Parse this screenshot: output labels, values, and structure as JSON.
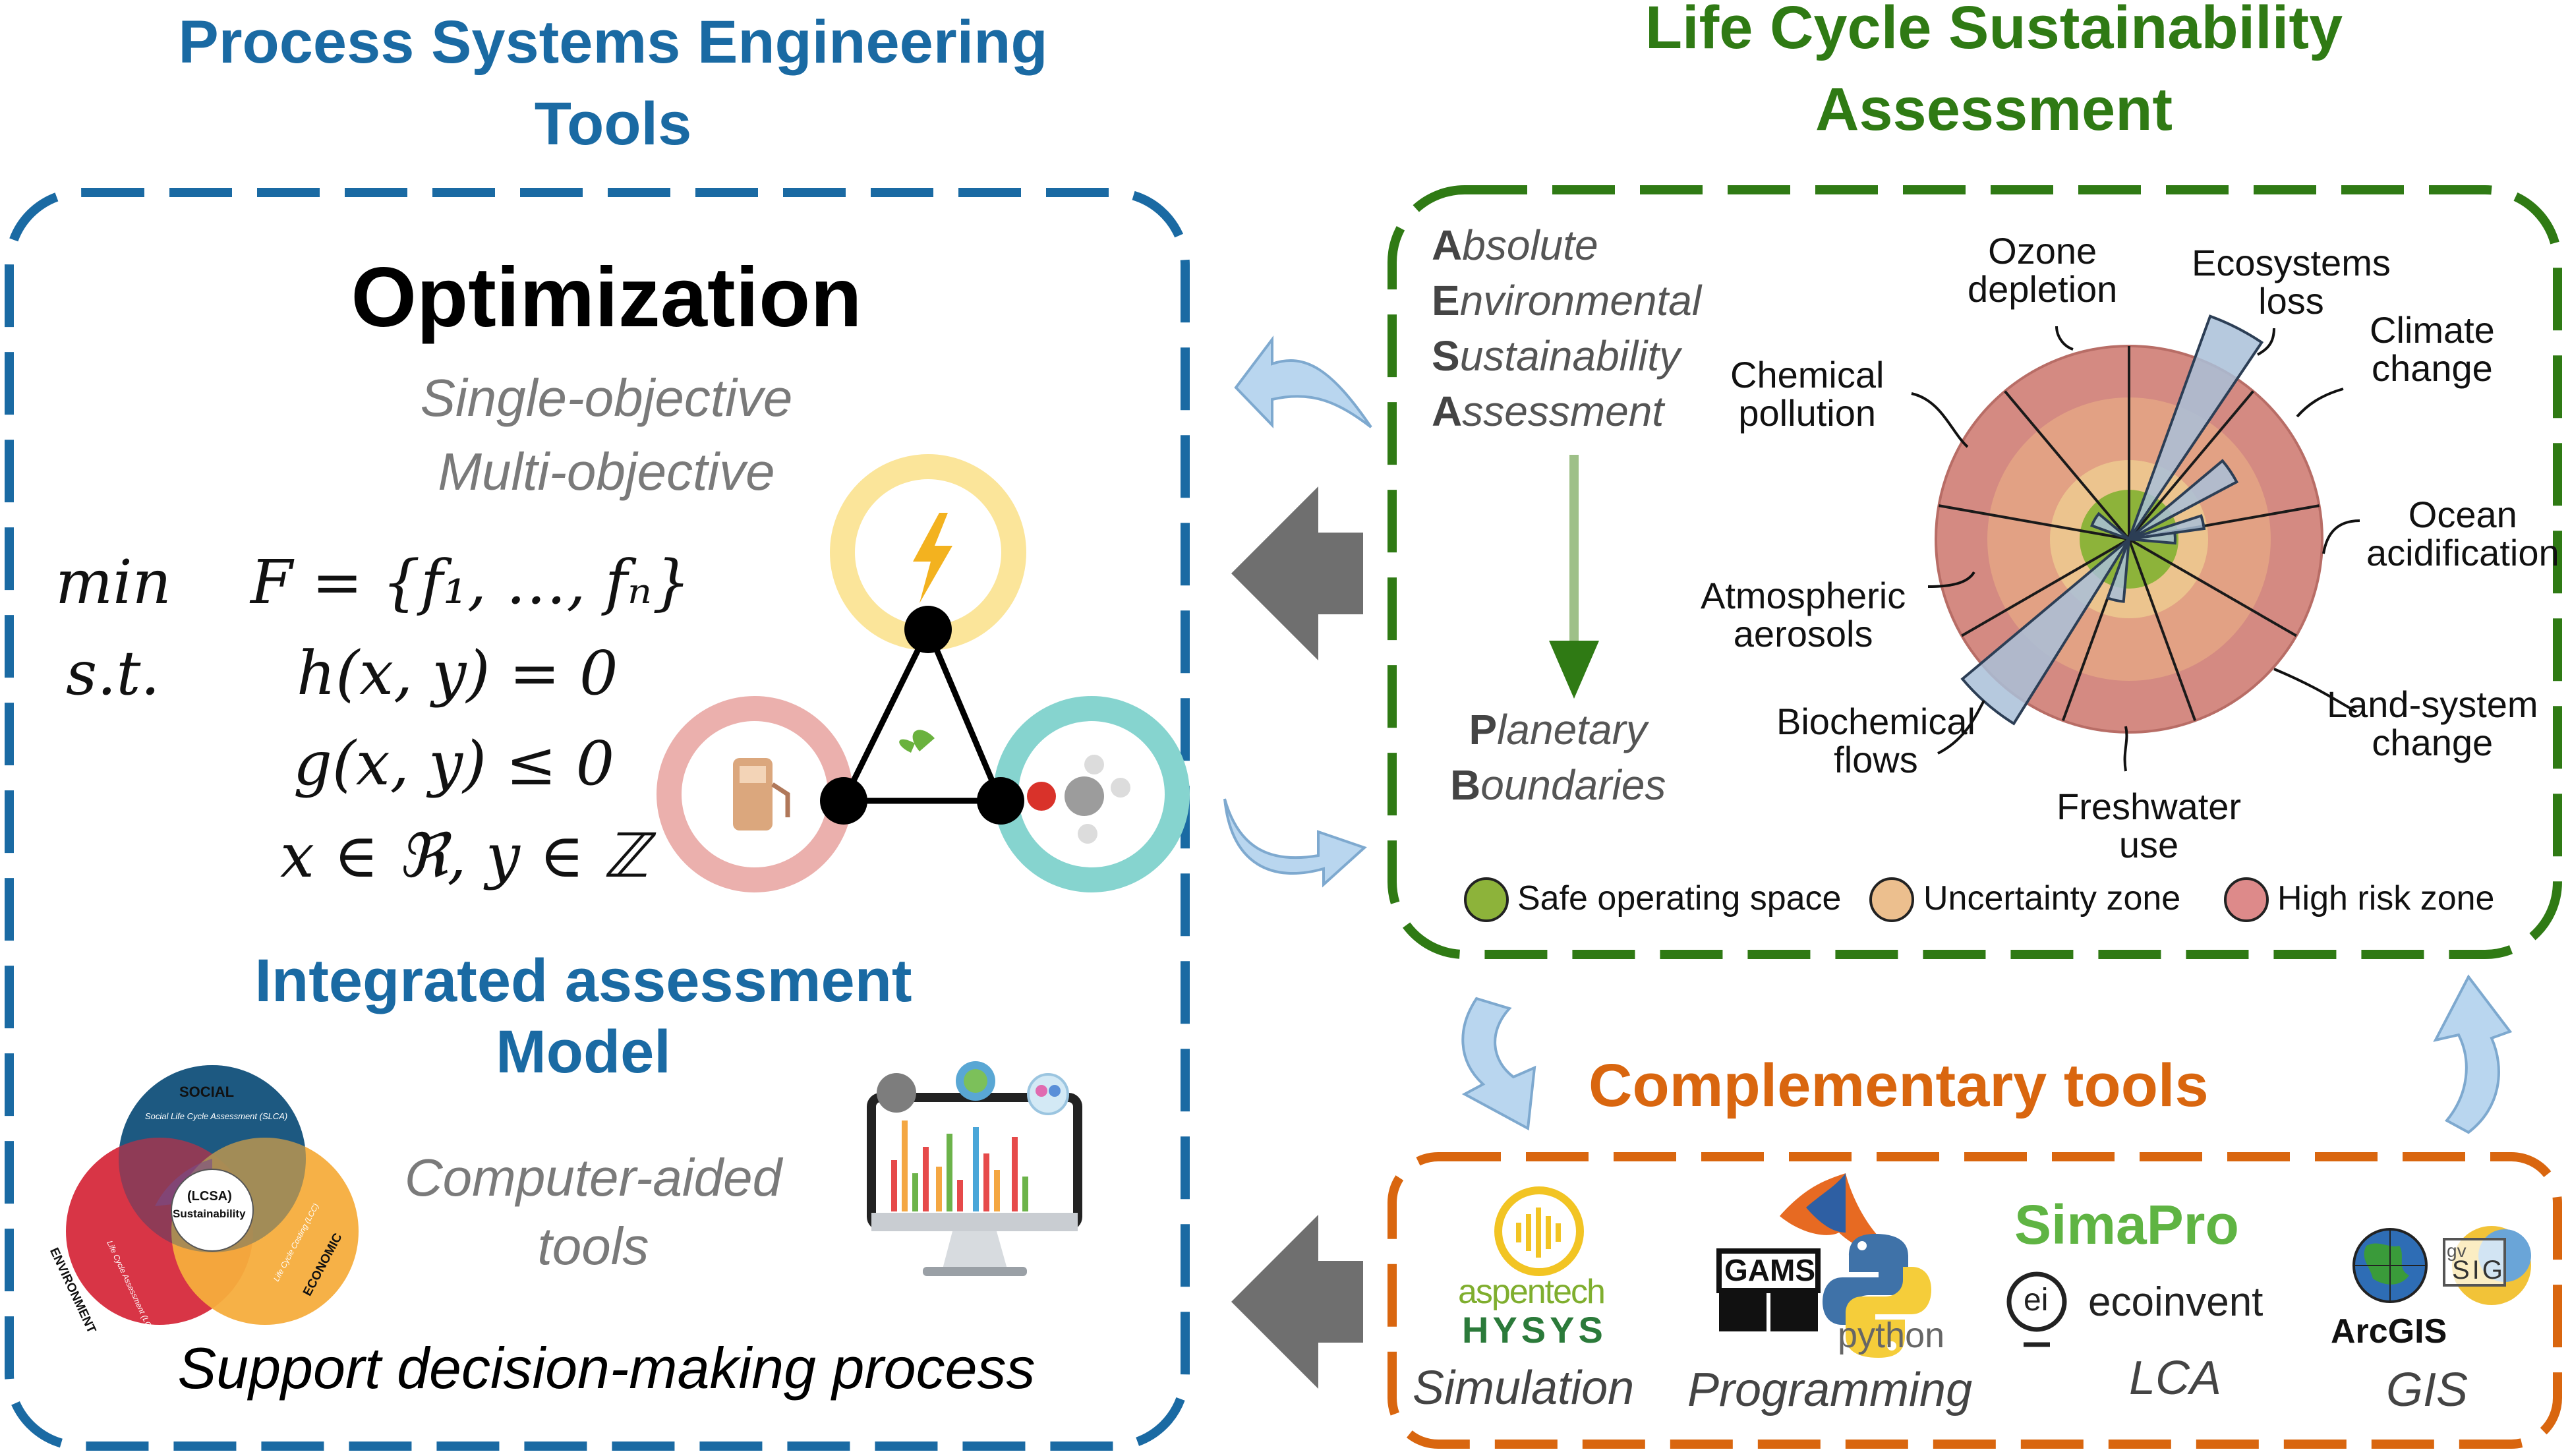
{
  "titles": {
    "pse_line1": "Process Systems Engineering",
    "pse_line2": "Tools",
    "lcsa_line1": "Life Cycle Sustainability",
    "lcsa_line2": "Assessment",
    "complementary": "Complementary tools"
  },
  "pse_box": {
    "optimization": "Optimization",
    "single_objective": "Single-objective",
    "multi_objective": "Multi-objective",
    "math": {
      "min_kw": "min",
      "objective": "F = {f₁, …, fₙ}",
      "st_kw": "s.t.",
      "eq1": "h(x, y) = 0",
      "eq2": "g(x, y) ≤ 0",
      "eq3": "x ∈ ℜ, y ∈ ℤ"
    },
    "integrated_line1": "Integrated assessment",
    "integrated_line2": "Model",
    "venn": {
      "social": "SOCIAL",
      "slca": "Social Life Cycle Assessment (SLCA)",
      "environment": "ENVIRONMENT",
      "lca": "Life Cycle Assessment (LCA)",
      "economic": "ECONOMIC",
      "lcc": "Life Cycle Costing (LCC)",
      "center_top": "(LCSA)",
      "center_bottom": "Sustainability"
    },
    "computer_aided_line1": "Computer-aided",
    "computer_aided_line2": "tools",
    "support": "Support decision-making process"
  },
  "lcsa_box": {
    "aesa": [
      {
        "initial": "A",
        "rest": "bsolute"
      },
      {
        "initial": "E",
        "rest": "nvironmental"
      },
      {
        "initial": "S",
        "rest": "ustainability"
      },
      {
        "initial": "A",
        "rest": "ssessment"
      }
    ],
    "pb": [
      {
        "initial": "P",
        "rest": "lanetary"
      },
      {
        "initial": "B",
        "rest": "oundaries"
      }
    ],
    "boundary_labels": {
      "ozone": [
        "Ozone",
        "depletion"
      ],
      "ecosystems": [
        "Ecosystems",
        "loss"
      ],
      "climate": [
        "Climate",
        "change"
      ],
      "ocean": [
        "Ocean",
        "acidification"
      ],
      "land": [
        "Land-system",
        "change"
      ],
      "freshwater": [
        "Freshwater",
        "use"
      ],
      "biochemical": [
        "Biochemical",
        "flows"
      ],
      "aerosols": [
        "Atmospheric",
        "aerosols"
      ],
      "chemical": [
        "Chemical",
        "pollution"
      ]
    },
    "legend": [
      {
        "label": "Safe operating space",
        "color": "#8db33a"
      },
      {
        "label": "Uncertainty zone",
        "color": "#ecbf8e"
      },
      {
        "label": "High risk zone",
        "color": "#dd8a8a"
      }
    ]
  },
  "complementary_box": {
    "aspen_line1": "aspentech",
    "aspen_line2": "HYSYS",
    "gams": "GAMS",
    "python": "python",
    "simapro": "SimaPro",
    "ecoinvent": "ecoinvent",
    "ecoinvent_badge": "ei",
    "arcgis": "ArcGIS",
    "qgis_letters": "gv",
    "sig": "SIG",
    "captions": {
      "simulation": "Simulation",
      "programming": "Programming",
      "lca": "LCA",
      "gis": "GIS"
    }
  },
  "colors": {
    "blue": "#1a6aa3",
    "green": "#2f7a14",
    "orange": "#d9660f",
    "arrow_gray": "#6f6f6f",
    "arrow_light_blue": "#b9d6ef"
  }
}
